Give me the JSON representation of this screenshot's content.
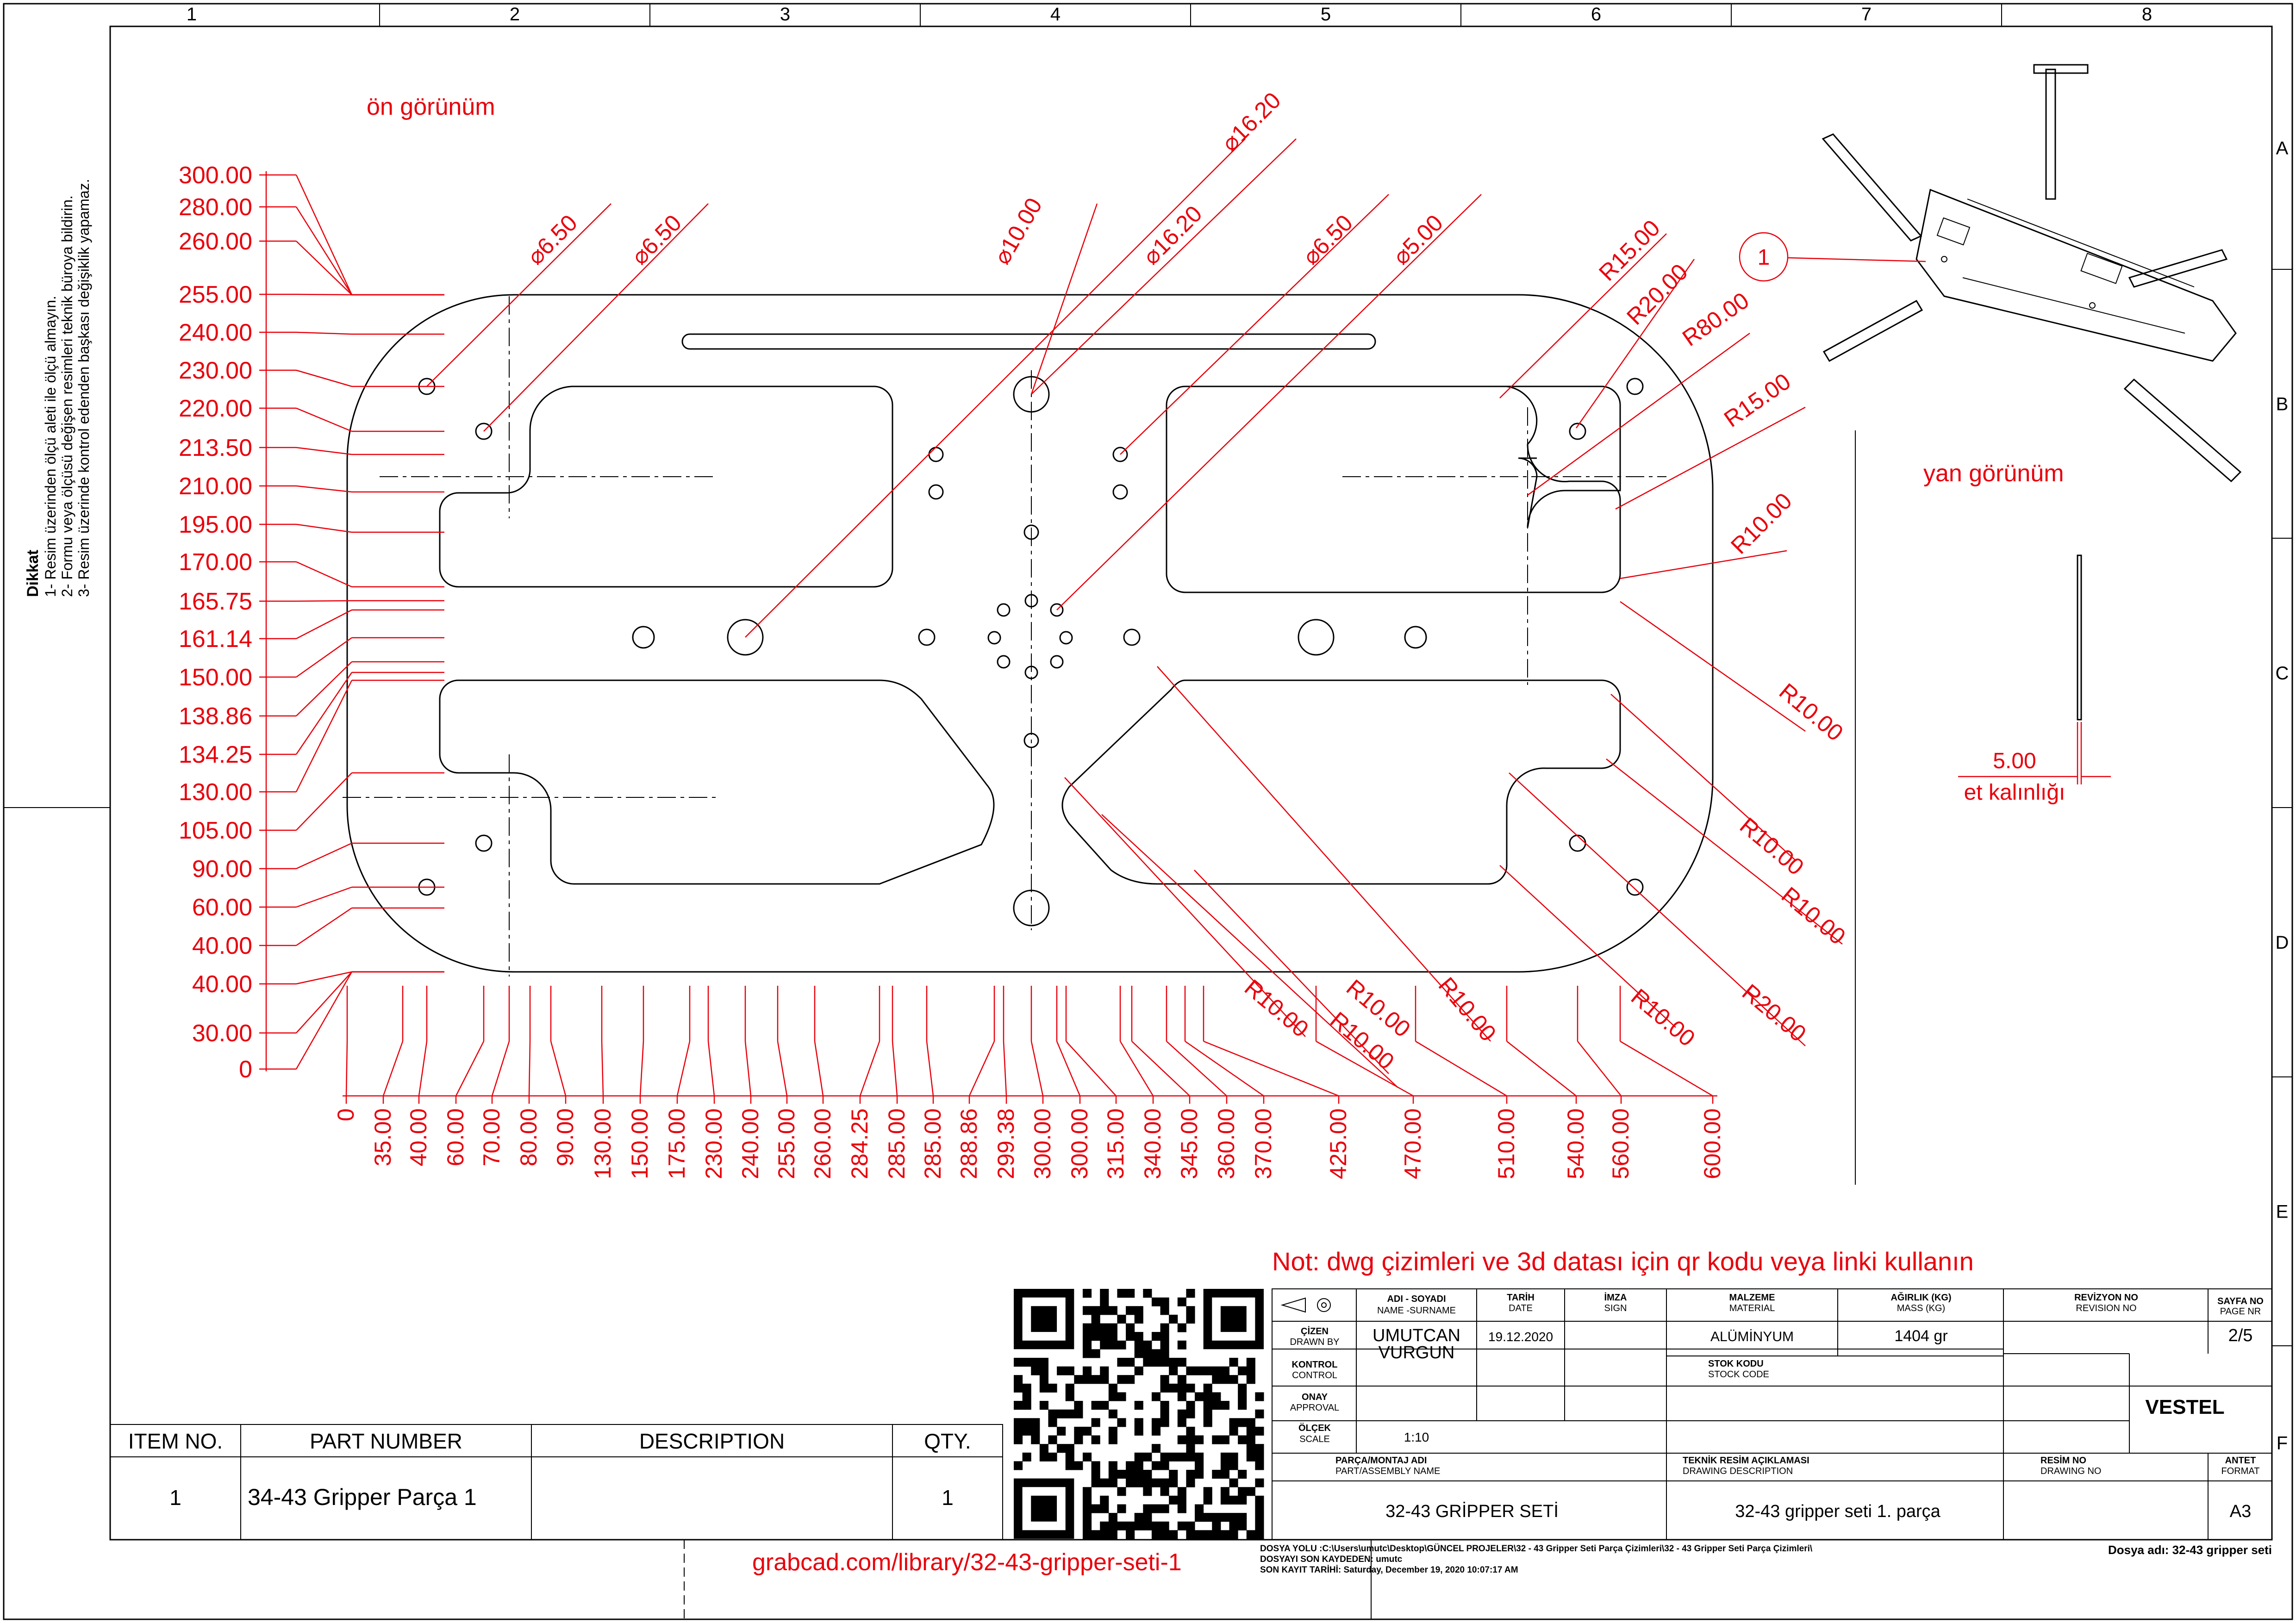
{
  "sheet": {
    "column_labels": [
      "1",
      "2",
      "3",
      "4",
      "5",
      "6",
      "7",
      "8"
    ],
    "row_labels": [
      "A",
      "B",
      "C",
      "D",
      "E",
      "F"
    ]
  },
  "notice": {
    "heading": "Dikkat",
    "lines": [
      "1- Resim üzerinden ölçü aleti ile ölçü almayın.",
      "2- Formu veya ölçüsü değişen resimleri teknik büroya bildirin.",
      "3- Resim üzerinde kontrol edenden başkası değişiklik yapamaz."
    ]
  },
  "views": {
    "front_label": "ön görünüm",
    "side_label": "yan görünüm",
    "thickness_value": "5.00",
    "thickness_label": "et kalınlığı",
    "balloon": "1"
  },
  "dimensions": {
    "vertical": [
      "300.00",
      "280.00",
      "260.00",
      "255.00",
      "240.00",
      "230.00",
      "220.00",
      "213.50",
      "210.00",
      "195.00",
      "170.00",
      "165.75",
      "161.14",
      "150.00",
      "138.86",
      "134.25",
      "130.00",
      "105.00",
      "90.00",
      "60.00",
      "40.00",
      "40.00",
      "30.00",
      "0"
    ],
    "horizontal": [
      "0",
      "35.00",
      "40.00",
      "60.00",
      "70.00",
      "80.00",
      "90.00",
      "130.00",
      "150.00",
      "175.00",
      "230.00",
      "240.00",
      "255.00",
      "260.00",
      "284.25",
      "285.00",
      "285.00",
      "288.86",
      "299.38",
      "300.00",
      "300.00",
      "315.00",
      "340.00",
      "345.00",
      "360.00",
      "370.00",
      "425.00",
      "470.00",
      "510.00",
      "540.00",
      "560.00",
      "600.00"
    ],
    "diameters": [
      "6.50",
      "6.50",
      "10.00",
      "16.20",
      "16.20",
      "6.50",
      "5.00"
    ],
    "radii_top": [
      "R15.00",
      "R20.00",
      "R80.00",
      "R15.00",
      "R10.00"
    ],
    "radii_right": [
      "R10.00",
      "R10.00",
      "R10.00",
      "R20.00",
      "R10.00"
    ],
    "radii_bottom": [
      "R10.00",
      "R10.00",
      "R10.00",
      "R10.00"
    ],
    "diameter_symbol": "⌀"
  },
  "note": "Not: dwg çizimleri ve 3d datası için qr kodu veya linki kullanın",
  "link": "grabcad.com/library/32-43-gripper-seti-1",
  "bom": {
    "headers": [
      "ITEM NO.",
      "PART NUMBER",
      "DESCRIPTION",
      "QTY."
    ],
    "rows": [
      {
        "item": "1",
        "part": "34-43 Gripper Parça 1",
        "desc": "",
        "qty": "1"
      }
    ]
  },
  "title_block": {
    "name_h1": "ADI - SOYADI",
    "name_h2": "NAME -SURNAME",
    "date_h1": "TARİH",
    "date_h2": "DATE",
    "sign_h1": "İMZA",
    "sign_h2": "SIGN",
    "mat_h1": "MALZEME",
    "mat_h2": "MATERIAL",
    "mass_h1": "AĞIRLIK (KG)",
    "mass_h2": "MASS (KG)",
    "rev_h1": "REVİZYON NO",
    "rev_h2": "REVISION NO",
    "page_h1": "SAYFA NO",
    "page_h2": "PAGE NR",
    "drawn_h1": "ÇİZEN",
    "drawn_h2": "DRAWN BY",
    "check_h1": "KONTROL",
    "check_h2": "CONTROL",
    "appr_h1": "ONAY",
    "appr_h2": "APPROVAL",
    "scale_h1": "ÖLÇEK",
    "scale_h2": "SCALE",
    "drawn_name_1": "UMUTCAN",
    "drawn_name_2": "VURGUN",
    "date": "19.12.2020",
    "material": "ALÜMİNYUM",
    "mass": "1404 gr",
    "page": "2/5",
    "stock_h1": "STOK KODU",
    "stock_h2": "STOCK CODE",
    "company": "VESTEL",
    "scale": "1:10",
    "part_h1": "PARÇA/MONTAJ ADI",
    "part_h2": "PART/ASSEMBLY NAME",
    "desc_h1": "TEKNİK RESİM AÇIKLAMASI",
    "desc_h2": "DRAWING DESCRIPTION",
    "dwg_h1": "RESİM NO",
    "dwg_h2": "DRAWING NO",
    "fmt_h1": "ANTET",
    "fmt_h2": "FORMAT",
    "part_name": "32-43 GRİPPER SETİ",
    "description": "32-43 gripper seti 1. parça",
    "format": "A3",
    "path": "DOSYA YOLU :C:\\Users\\umutc\\Desktop\\GÜNCEL PROJELER\\32 - 43 Gripper Seti Parça Çizimleri\\32 - 43 Gripper Seti Parça Çizimleri\\",
    "saved_by": "DOSYAYI SON KAYDEDEN: umutc",
    "last_saved": "SON KAYIT TARİHİ: Saturday, December 19, 2020 10:07:17 AM",
    "file_name": "Dosya adı: 32-43 gripper seti"
  }
}
